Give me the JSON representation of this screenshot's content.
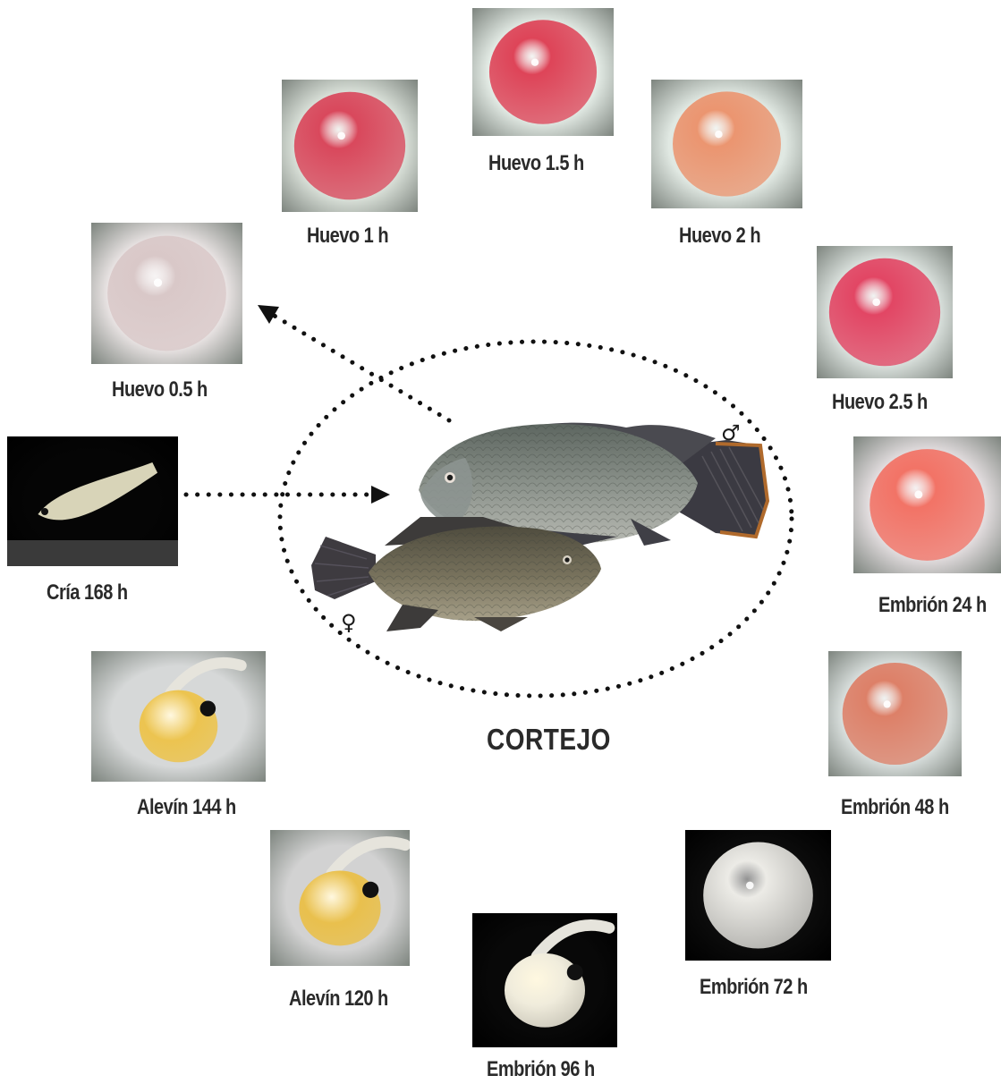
{
  "center": {
    "title": "CORTEJO",
    "male_symbol": "♂",
    "female_symbol": "♀"
  },
  "stages": [
    {
      "label": "Huevo 0.5 h",
      "bg": "#ece6e6",
      "subject": "egg",
      "color": "#d9c8c8"
    },
    {
      "label": "Huevo 1 h",
      "bg": "#dfe6de",
      "subject": "egg",
      "color": "#d9485c"
    },
    {
      "label": "Huevo 1.5 h",
      "bg": "#e4ece6",
      "subject": "egg",
      "color": "#de4458"
    },
    {
      "label": "Huevo 2 h",
      "bg": "#e0e8e2",
      "subject": "egg",
      "color": "#eb9570"
    },
    {
      "label": "Huevo 2.5 h",
      "bg": "#dfe6e2",
      "subject": "egg",
      "color": "#e24664"
    },
    {
      "label": "Embrión 24 h",
      "bg": "#e6e0e2",
      "subject": "egg",
      "color": "#f27366"
    },
    {
      "label": "Embrión  48 h",
      "bg": "#dce2e0",
      "subject": "egg",
      "color": "#dd8068"
    },
    {
      "label": "Embrión 72 h",
      "bg": "#0c0c0c",
      "subject": "egg",
      "color": "#ecebe6"
    },
    {
      "label": "Embrión 96 h",
      "bg": "#080808",
      "subject": "larva-yolk",
      "color": "#f0ecdc"
    },
    {
      "label": "Alevín 120 h",
      "bg": "#d2d2d2",
      "subject": "larva-yolk",
      "color": "#e9c04d"
    },
    {
      "label": "Alevín 144 h",
      "bg": "#d6d8d8",
      "subject": "larva-yolk",
      "color": "#ecc450"
    },
    {
      "label": "Cría 168 h",
      "bg": "#050505",
      "subject": "fry",
      "color": "#d8d4b8"
    }
  ],
  "colors": {
    "dots": "#111111",
    "label": "#2a2a2a",
    "fish_male_body": "#7d847e",
    "fish_female_body": "#6f6b58",
    "fish_fin": "#3c3a40",
    "fish_tail_accent": "#b36a2e"
  }
}
